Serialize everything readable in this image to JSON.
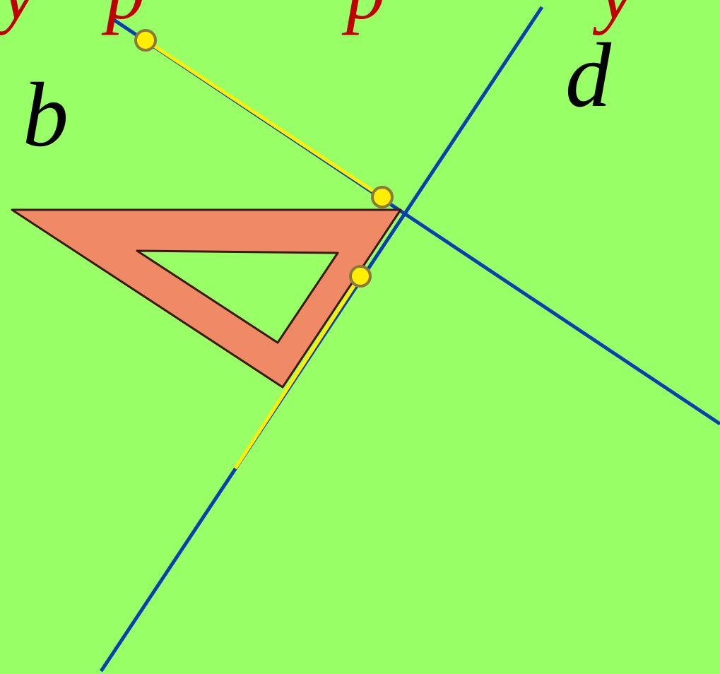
{
  "title_fragments": [
    "y",
    "p",
    "p",
    "y"
  ],
  "labels": {
    "line_b": "b",
    "line_d": "d"
  },
  "colors": {
    "background": "#99ff66",
    "line": "#0a3fb0",
    "helper_segment": "#ffee00",
    "point_fill": "#ffee00",
    "point_stroke": "#8a7a3a",
    "set_square_fill": "#f08a66",
    "set_square_stroke": "#3a1a10",
    "title_text": "#c00000"
  },
  "objects": {
    "lines": [
      "line-b",
      "line-d"
    ],
    "tool": "set-square",
    "points": [
      "point-1",
      "point-2",
      "point-3"
    ]
  }
}
